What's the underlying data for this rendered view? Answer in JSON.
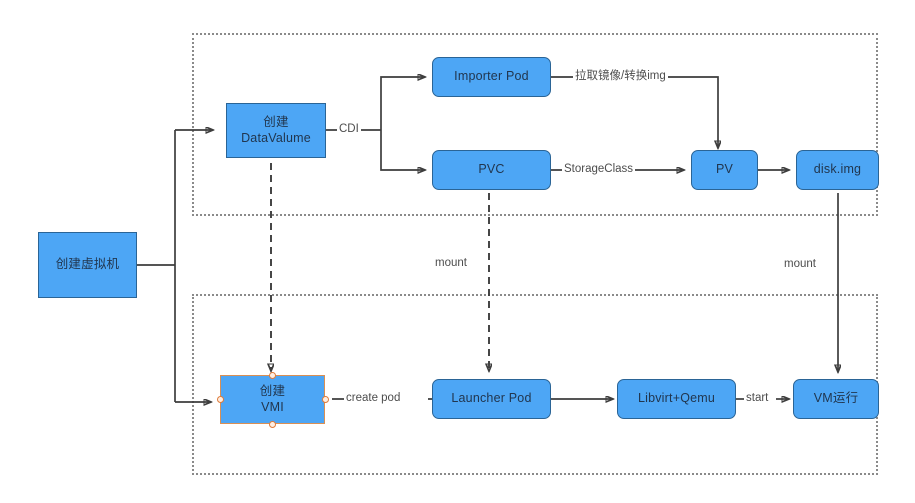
{
  "diagram": {
    "title": "KubeVirt VM creation flow",
    "colors": {
      "node_fill": "#4da6f5",
      "node_stroke": "#2a6496",
      "selected_stroke": "#d98f54",
      "group_stroke": "#8a8a8a",
      "wire_stroke": "#3d3d3d",
      "label_text": "#4d4d4d"
    },
    "groups": [
      {
        "name": "cdi-storage-group",
        "label": ""
      },
      {
        "name": "virt-runtime-group",
        "label": ""
      }
    ],
    "nodes": [
      {
        "id": "create-vm",
        "label": "创建虚拟机",
        "shape": "sharp",
        "selected": false
      },
      {
        "id": "create-datavalume",
        "label": "创建\nDataValume",
        "shape": "sharp",
        "selected": false
      },
      {
        "id": "importer-pod",
        "label": "Importer Pod",
        "shape": "rounded",
        "selected": false
      },
      {
        "id": "pvc",
        "label": "PVC",
        "shape": "rounded",
        "selected": false
      },
      {
        "id": "pv",
        "label": "PV",
        "shape": "rounded",
        "selected": false
      },
      {
        "id": "disk-img",
        "label": "disk.img",
        "shape": "rounded",
        "selected": false
      },
      {
        "id": "create-vmi",
        "label": "创建\nVMI",
        "shape": "sharp",
        "selected": true
      },
      {
        "id": "launcher-pod",
        "label": "Launcher Pod",
        "shape": "rounded",
        "selected": false
      },
      {
        "id": "libvirt-qemu",
        "label": "Libvirt+Qemu",
        "shape": "rounded",
        "selected": false
      },
      {
        "id": "vm-running",
        "label": "VM运行",
        "shape": "rounded",
        "selected": false
      }
    ],
    "edges": [
      {
        "id": "vm-to-dv",
        "from": "create-vm",
        "to": "create-datavalume",
        "label": "",
        "style": "solid"
      },
      {
        "id": "vm-to-vmi",
        "from": "create-vm",
        "to": "create-vmi",
        "label": "",
        "style": "solid"
      },
      {
        "id": "dv-to-importer",
        "from": "create-datavalume",
        "to": "importer-pod",
        "label": "CDI",
        "style": "solid"
      },
      {
        "id": "dv-to-pvc",
        "from": "create-datavalume",
        "to": "pvc",
        "label": "CDI",
        "style": "solid"
      },
      {
        "id": "importer-to-pv",
        "from": "importer-pod",
        "to": "pv",
        "label": "拉取镜像/转换img",
        "style": "solid"
      },
      {
        "id": "pvc-to-pv",
        "from": "pvc",
        "to": "pv",
        "label": "StorageClass",
        "style": "solid"
      },
      {
        "id": "pv-to-disk",
        "from": "pv",
        "to": "disk-img",
        "label": "",
        "style": "solid"
      },
      {
        "id": "dv-to-vmi",
        "from": "create-datavalume",
        "to": "create-vmi",
        "label": "",
        "style": "dashed"
      },
      {
        "id": "pvc-to-launcher",
        "from": "pvc",
        "to": "launcher-pod",
        "label": "mount",
        "style": "dashed"
      },
      {
        "id": "disk-to-vm-run",
        "from": "disk-img",
        "to": "vm-running",
        "label": "mount",
        "style": "solid"
      },
      {
        "id": "vmi-to-launcher",
        "from": "create-vmi",
        "to": "launcher-pod",
        "label": "create pod",
        "style": "solid"
      },
      {
        "id": "launcher-to-libvirt",
        "from": "launcher-pod",
        "to": "libvirt-qemu",
        "label": "",
        "style": "solid"
      },
      {
        "id": "libvirt-to-vm-run",
        "from": "libvirt-qemu",
        "to": "vm-running",
        "label": "start",
        "style": "solid"
      }
    ],
    "edge_labels": {
      "cdi": "CDI",
      "pull_convert": "拉取镜像/转换img",
      "storage_class": "StorageClass",
      "mount_left": "mount",
      "mount_right": "mount",
      "create_pod": "create pod",
      "start": "start"
    }
  }
}
